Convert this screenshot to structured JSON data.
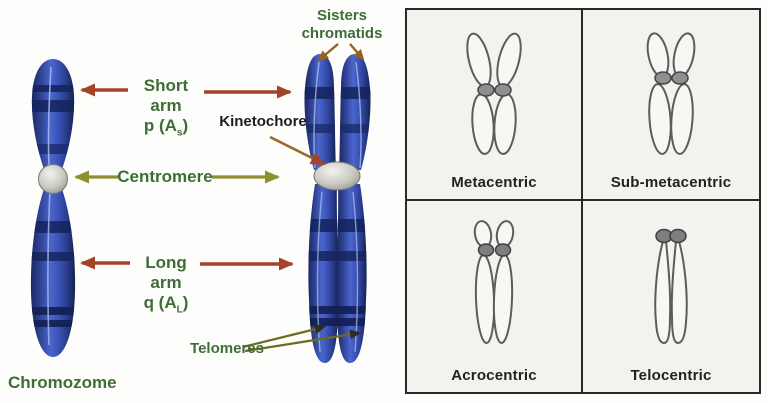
{
  "title": "Chromosome structure and classification diagram",
  "colors": {
    "label_green": "#3e6d35",
    "arrow_brown": "#a5432a",
    "arrow_olive": "#8f8f2e",
    "arrow_dark_olive": "#6f6a1e",
    "chromosome_blue": "#3a55c0",
    "band_navy": "#16245e",
    "centromere_gray": "#b9b8b2",
    "panel_background": "#f3f2ef",
    "panel_border": "#2a2a2a"
  },
  "left_diagram": {
    "short_arm": {
      "line1": "Short",
      "line2": "arm",
      "symbol_pre": "p (A",
      "symbol_sub": "s",
      "symbol_post": ")"
    },
    "long_arm": {
      "line1": "Long",
      "line2": "arm",
      "symbol_pre": "q (A",
      "symbol_sub": "L",
      "symbol_post": ")"
    },
    "centromere_label": "Centromere",
    "kinetochore_label": "Kinetochore",
    "sisters_label_line1": "Sisters",
    "sisters_label_line2": "chromatids",
    "telomeres_label": "Telomeres",
    "caption": "Chromozome"
  },
  "classification_panel": {
    "cells": [
      {
        "label": "Metacentric"
      },
      {
        "label": "Sub-metacentric"
      },
      {
        "label": "Acrocentric"
      },
      {
        "label": "Telocentric"
      }
    ]
  }
}
